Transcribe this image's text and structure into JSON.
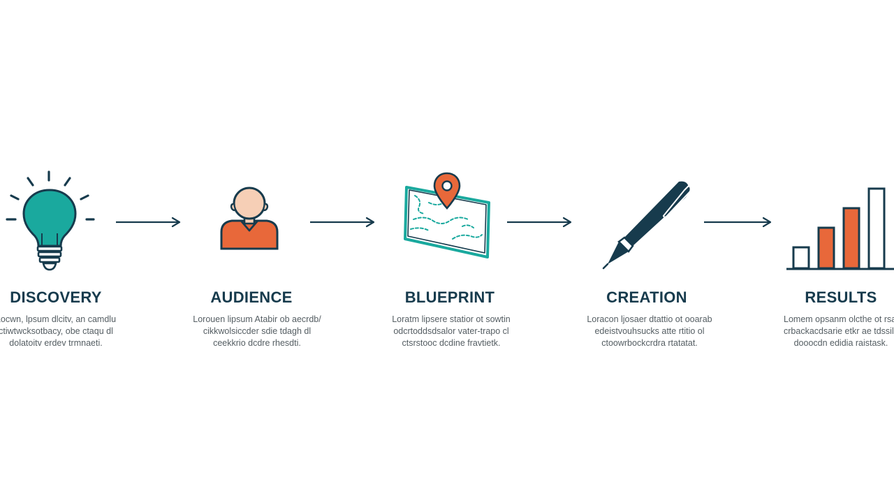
{
  "colors": {
    "navy": "#173b4d",
    "teal": "#1aa99e",
    "orange": "#e8683a",
    "skin": "#f6cfb6",
    "text_gray": "#555e63"
  },
  "arrows": 4,
  "steps": [
    {
      "title": "DISCOVERY",
      "icon": "lightbulb-icon",
      "desc": [
        "Locwn, lpsum dlcitv, an camdlu",
        "ctiwtwcksotbacy, obe ctaqu dl",
        "dolatoitv erdev trmnaeti."
      ]
    },
    {
      "title": "AUDIENCE",
      "icon": "person-icon",
      "desc": [
        "Lorouen lipsum Atabir ob aecrdb/",
        "cikkwolsiccder sdie tdagh dl",
        "ceekkrio dcdre rhesdti."
      ]
    },
    {
      "title": "BLUEPRINT",
      "icon": "map-pin-icon",
      "desc": [
        "Loratm lipsere statior ot sowtin",
        "odcrtoddsdsalor vater-trapo cl",
        "ctsrstooc dcdine fravtietk."
      ]
    },
    {
      "title": "CREATION",
      "icon": "pen-icon",
      "desc": [
        "Loracon ljosaer dtattio ot ooarab",
        "edeistvouhsucks atte rtitio ol",
        "ctoowrbockcrdra rtatatat."
      ]
    },
    {
      "title": "RESULTS",
      "icon": "bar-chart-icon",
      "desc": [
        "Lomem opsanm olcthe ot rsal",
        "crbackacdsarie etkr ae tdssilk",
        "dooocdn edidia raistask."
      ]
    }
  ]
}
